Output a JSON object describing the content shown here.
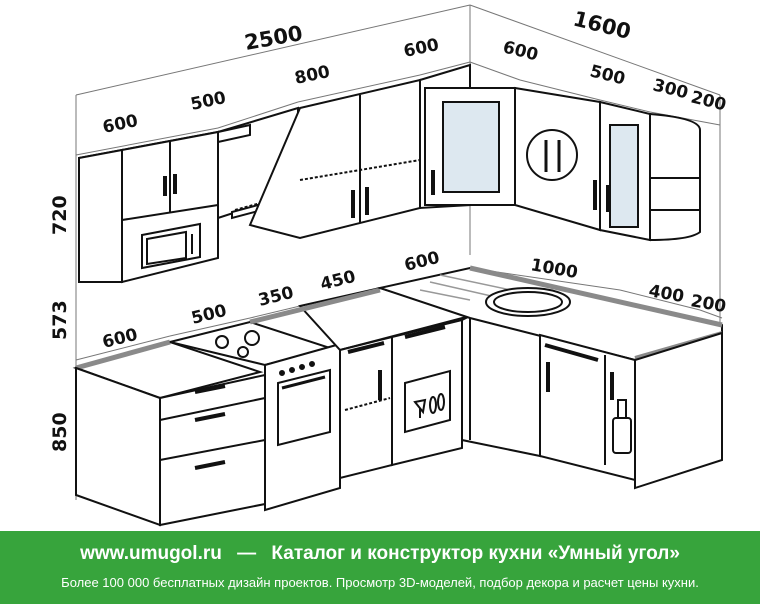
{
  "dimensions": {
    "top_total_left": "2500",
    "top_total_right": "1600",
    "upper_left": [
      "600",
      "500",
      "800",
      "600"
    ],
    "upper_right": [
      "600",
      "500",
      "300",
      "200"
    ],
    "lower_left": [
      "600",
      "500",
      "350",
      "450",
      "600"
    ],
    "lower_right": [
      "1000",
      "400",
      "200"
    ],
    "heights": [
      "720",
      "573",
      "850"
    ]
  },
  "footer": {
    "site_url": "www.umugol.ru",
    "separator": "—",
    "catalog_title": "Каталог и конструктор кухни «Умный угол»",
    "tagline": "Более 100 000 бесплатных дизайн проектов. Просмотр 3D-моделей, подбор декора и расчет цены кухни."
  },
  "colors": {
    "footer_bg": "#37a43c",
    "countertop": "#8a8a8a",
    "outline": "#111111"
  }
}
